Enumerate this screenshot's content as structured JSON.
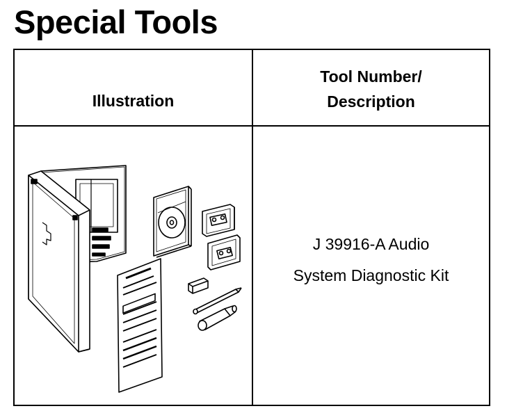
{
  "page": {
    "title": "Special Tools"
  },
  "table": {
    "headers": {
      "illustration": "Illustration",
      "description_line1": "Tool Number/",
      "description_line2": "Description"
    },
    "rows": [
      {
        "illustration_icon": "audio-system-diagnostic-kit-illustration",
        "description_line1": "J 39916-A Audio",
        "description_line2": "System Diagnostic Kit"
      }
    ]
  }
}
